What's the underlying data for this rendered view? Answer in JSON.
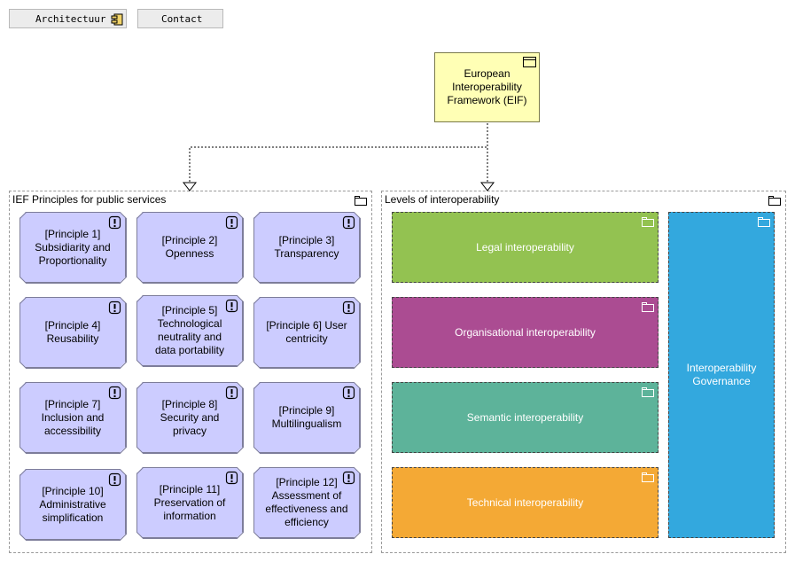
{
  "nav": {
    "architectuur_label": "Architectuur",
    "contact_label": "Contact"
  },
  "eif": {
    "label": "European Interoperability Framework (EIF)"
  },
  "principles_group": {
    "title": "IEF Principles for public services",
    "items": [
      {
        "label": "[Principle 1] Subsidiarity and Proportionality"
      },
      {
        "label": "[Principle 2] Openness"
      },
      {
        "label": "[Principle 3] Transparency"
      },
      {
        "label": "[Principle 4] Reusability"
      },
      {
        "label": "[Principle 5] Technological neutrality and data portability"
      },
      {
        "label": "[Principle 6] User centricity"
      },
      {
        "label": "[Principle 7] Inclusion and accessibility"
      },
      {
        "label": "[Principle 8] Security and privacy"
      },
      {
        "label": "[Principle 9] Multilingualism"
      },
      {
        "label": "[Principle 10] Administrative simplification"
      },
      {
        "label": "[Principle 11] Preservation of information"
      },
      {
        "label": "[Principle 12] Assessment of effectiveness and efficiency"
      }
    ]
  },
  "levels_group": {
    "title": "Levels of interoperability",
    "legal": "Legal interoperability",
    "organisational": "Organisational interoperability",
    "semantic": "Semantic interoperability",
    "technical": "Technical interoperability",
    "governance": "Interoperability Governance"
  },
  "colors": {
    "eif_fill": "#ffffb5",
    "principle_fill": "#ccccff",
    "legal": "#93c251",
    "organisational": "#ab4c92",
    "semantic": "#5db39a",
    "technical": "#f4a935",
    "governance": "#33a8de"
  },
  "icons": {
    "architectuur_button": "component-icon",
    "eif": "package-icon",
    "group": "folder-icon",
    "principle": "exclamation-icon"
  }
}
